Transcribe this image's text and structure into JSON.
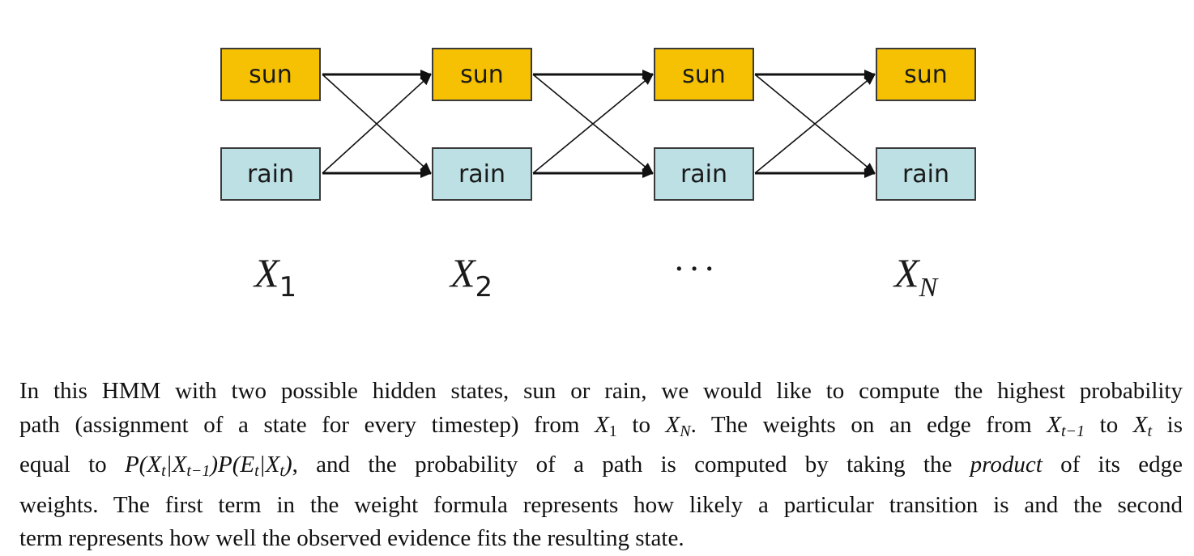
{
  "diagram": {
    "states": [
      {
        "sun": "sun",
        "rain": "rain"
      },
      {
        "sun": "sun",
        "rain": "rain"
      },
      {
        "sun": "sun",
        "rain": "rain"
      },
      {
        "sun": "sun",
        "rain": "rain"
      }
    ],
    "labels": {
      "x1_var": "X",
      "x1_sub": "1",
      "x2_var": "X",
      "x2_sub": "2",
      "ellipsis": "···",
      "xn_var": "X",
      "xn_sub": "N"
    },
    "colors": {
      "sun": "#f5c102",
      "rain": "#bde0e4",
      "border": "#3a3a3a",
      "arrow": "#111111"
    }
  },
  "paragraph": {
    "l1": "In this HMM with two possible hidden states, sun or rain, we would like to compute the highest probability",
    "l2a": "path (assignment of a state for every timestep) from ",
    "l2_x": "X",
    "l2_sub1": "1",
    "l2b": " to ",
    "l2_xn": "X",
    "l2_subn": "N",
    "l2c": ". The weights on an edge from ",
    "l2_xt1": "X",
    "l2_subt1": "t−1",
    "l2d": " to ",
    "l2_xt": "X",
    "l2_subt": "t",
    "l2e": " is",
    "l3a": "equal to ",
    "l3_formula": "P(X",
    "l3_s1": "t",
    "l3_f2": "|X",
    "l3_s2": "t−1",
    "l3_f3": ")P(E",
    "l3_s3": "t",
    "l3_f4": "|X",
    "l3_s4": "t",
    "l3_f5": ")",
    "l3b": ", and the probability of a path is computed by taking the ",
    "l3_product": "product",
    "l3c": " of its edge",
    "l4": "weights. The first term in the weight formula represents how likely a particular transition is and the second",
    "l5": "term represents how well the observed evidence fits the resulting state."
  }
}
